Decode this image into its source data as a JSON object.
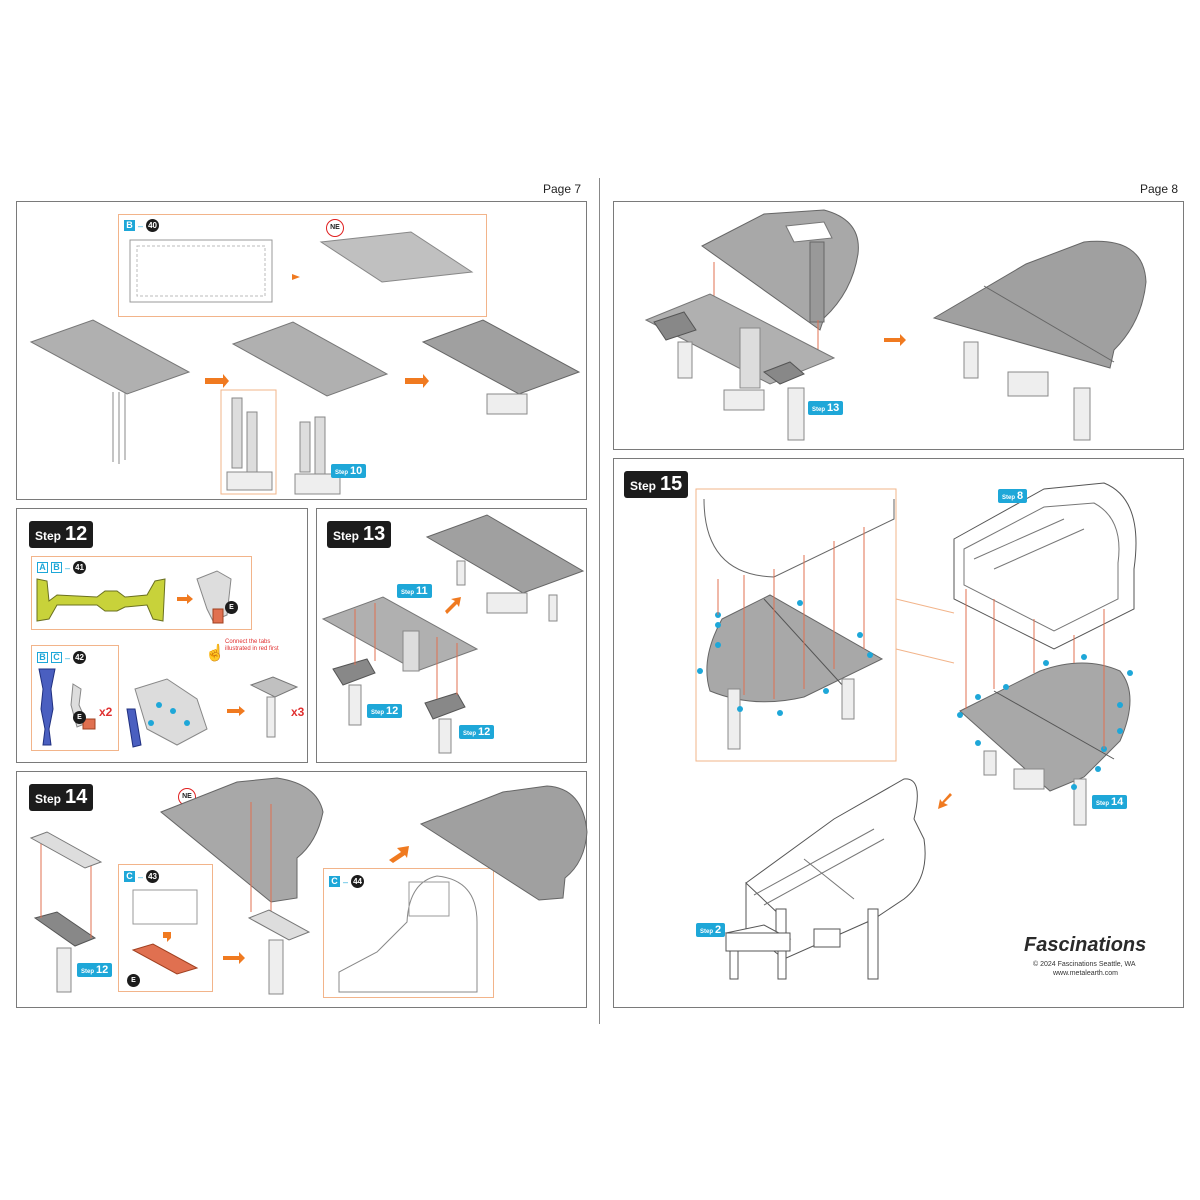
{
  "pages": {
    "left": "Page 7",
    "right": "Page 8"
  },
  "step_word": "Step",
  "steps": {
    "s12": "12",
    "s13": "13",
    "s14": "14",
    "s15": "15"
  },
  "tags": {
    "t10": "10",
    "t11": "11",
    "t12a": "12",
    "t12b": "12",
    "t12c": "12",
    "t13": "13",
    "t8": "8",
    "t14": "14",
    "t2": "2"
  },
  "parts": {
    "p40": {
      "letters": [
        "B"
      ],
      "num": "40"
    },
    "p41": {
      "letters": [
        "A",
        "B"
      ],
      "num": "41"
    },
    "p42": {
      "letters": [
        "B",
        "C"
      ],
      "num": "42"
    },
    "p43": {
      "letters": [
        "C"
      ],
      "num": "43"
    },
    "p44": {
      "letters": [
        "C"
      ],
      "num": "44"
    }
  },
  "ne_label": "NE",
  "e_label": "E",
  "multipliers": {
    "x2": "x2",
    "x3": "x3"
  },
  "note": "Connect the tabs illustrated in red first",
  "brand": {
    "name": "Fascinations",
    "copyright": "© 2024 Fascinations Seattle, WA",
    "url": "www.metalearth.com"
  },
  "colors": {
    "metal": "#a8a8a8",
    "accent_orange": "#f07a20",
    "tag_blue": "#1ea7d8",
    "yellow_part": "#c8d23a",
    "blue_part": "#4a5fc0",
    "red_part": "#e07050"
  }
}
